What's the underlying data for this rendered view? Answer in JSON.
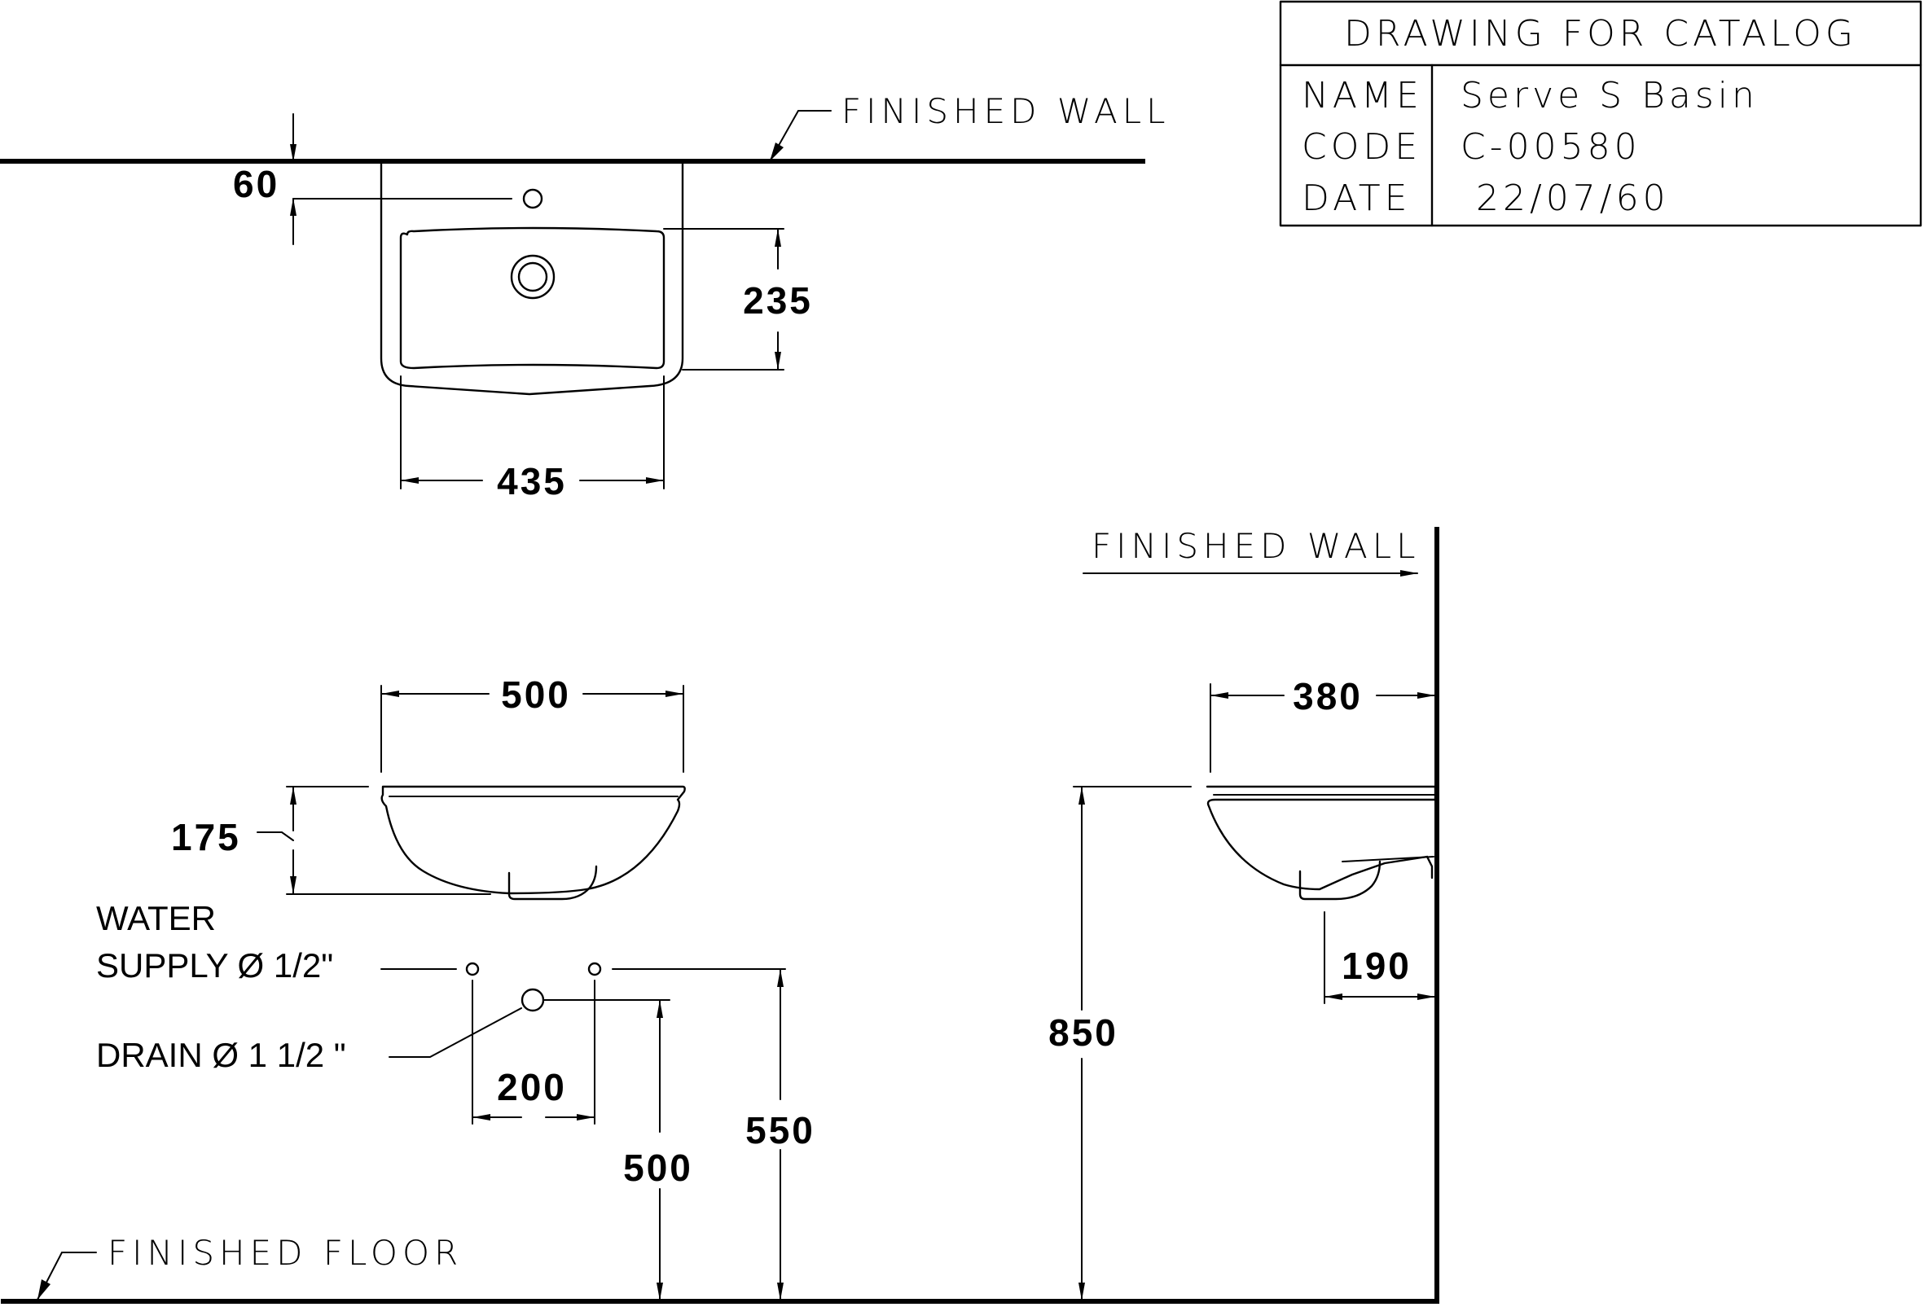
{
  "title_block": {
    "heading": "DRAWING FOR CATALOG",
    "rows": [
      {
        "key": "NAME",
        "value": "Serve S Basin"
      },
      {
        "key": "CODE",
        "value": "C-00580"
      },
      {
        "key": "DATE",
        "value": " 22/07/60"
      }
    ]
  },
  "labels": {
    "finished_wall_top": "FINISHED WALL",
    "finished_wall_side": "FINISHED WALL",
    "finished_floor": "FINISHED FLOOR",
    "water_line1": "WATER",
    "water_line2": "SUPPLY Ø 1/2\"",
    "drain": "DRAIN Ø 1 1/2 \""
  },
  "dimensions": {
    "tap_offset": "60",
    "bowl_depth_top": "235",
    "bowl_width_top": "435",
    "overall_width": "500",
    "basin_height": "175",
    "supply_spacing": "200",
    "drain_height": "500",
    "supply_height": "550",
    "rim_height": "850",
    "projection": "380",
    "trap_offset": "190"
  }
}
